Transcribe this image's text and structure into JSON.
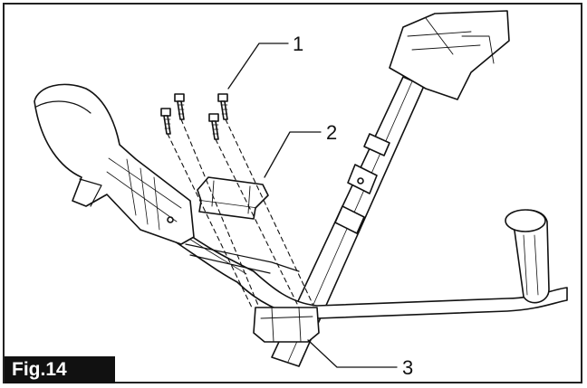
{
  "figure": {
    "label": "Fig.14",
    "callouts": [
      {
        "id": "1",
        "text": "1"
      },
      {
        "id": "2",
        "text": "2"
      },
      {
        "id": "3",
        "text": "3"
      }
    ]
  },
  "colors": {
    "line": "#111111",
    "label_bg": "#111111",
    "label_text": "#ffffff"
  }
}
